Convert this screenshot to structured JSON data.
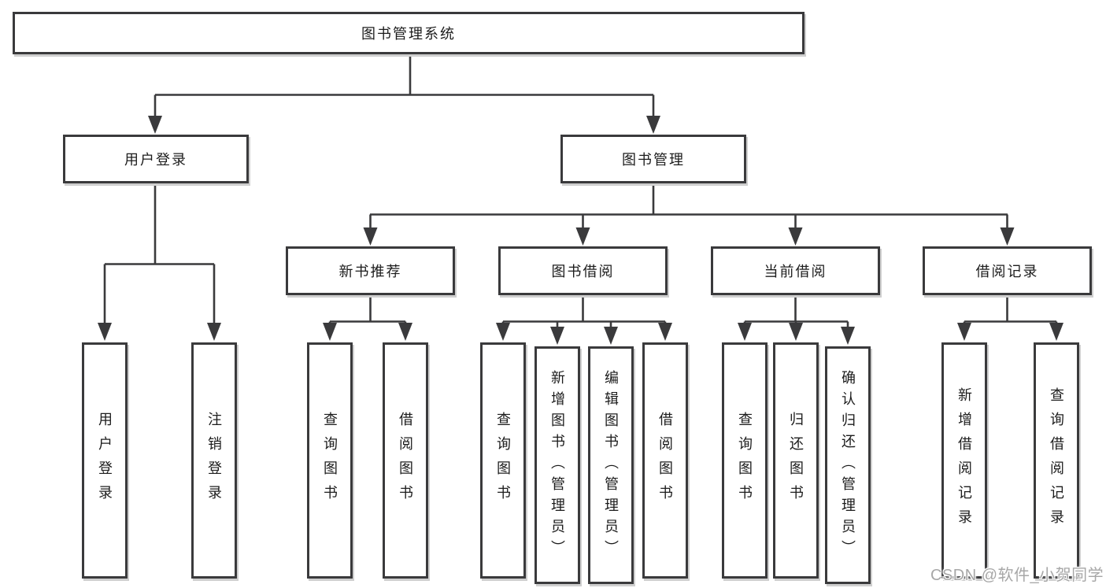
{
  "tree": {
    "root": "图书管理系统",
    "login": {
      "label": "用户登录",
      "children": [
        "用户登录",
        "注销登录"
      ]
    },
    "management": {
      "label": "图书管理",
      "sections": [
        {
          "label": "新书推荐",
          "children": [
            "查询图书",
            "借阅图书"
          ]
        },
        {
          "label": "图书借阅",
          "children": [
            "查询图书",
            "新增图书（管理员）",
            "编辑图书（管理员）",
            "借阅图书"
          ]
        },
        {
          "label": "当前借阅",
          "children": [
            "查询图书",
            "归还图书",
            "确认归还（管理员）"
          ]
        },
        {
          "label": "借阅记录",
          "children": [
            "新增借阅记录",
            "查询借阅记录"
          ]
        }
      ]
    }
  },
  "watermark": {
    "text": "CSDN @软件_小贺同学"
  },
  "colors": {
    "line": "#3a3a3c",
    "box_border": "#3a3a3c",
    "box_shadow": "#cfcfcf",
    "text": "#1c1c1c",
    "watermark": "#a7a7a7",
    "background": "#ffffff"
  }
}
